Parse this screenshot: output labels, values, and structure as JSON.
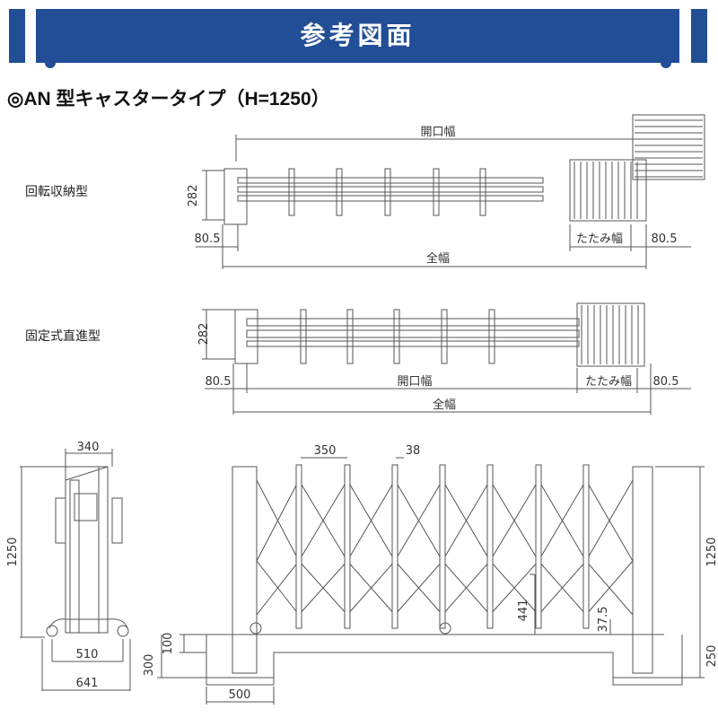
{
  "header": {
    "title": "参考図面"
  },
  "subtitle": "◎AN 型キャスタータイプ（H=1250）",
  "plan_views": [
    {
      "label": "回転収納型",
      "dims": {
        "opening": "開口幅",
        "depth": "282",
        "left_offset": "80.5",
        "folded": "たたみ幅",
        "right_offset": "80.5",
        "total": "全幅"
      }
    },
    {
      "label": "固定式直進型",
      "dims": {
        "opening": "開口幅",
        "depth": "282",
        "left_offset": "80.5",
        "folded": "たたみ幅",
        "right_offset": "80.5",
        "total": "全幅"
      }
    }
  ],
  "side_view": {
    "top_width": "340",
    "height": "1250",
    "caster_span": "510",
    "base_width": "641"
  },
  "elevation": {
    "pitch": "350",
    "picket_width": "38",
    "pivot_height": "441",
    "ground_clearance": "37.5",
    "height": "1250",
    "anchor_depth_100": "100",
    "anchor_depth_300": "300",
    "foundation_width": "500",
    "foundation_depth": "250"
  },
  "colors": {
    "header": "#224e96",
    "line": "#555555"
  }
}
